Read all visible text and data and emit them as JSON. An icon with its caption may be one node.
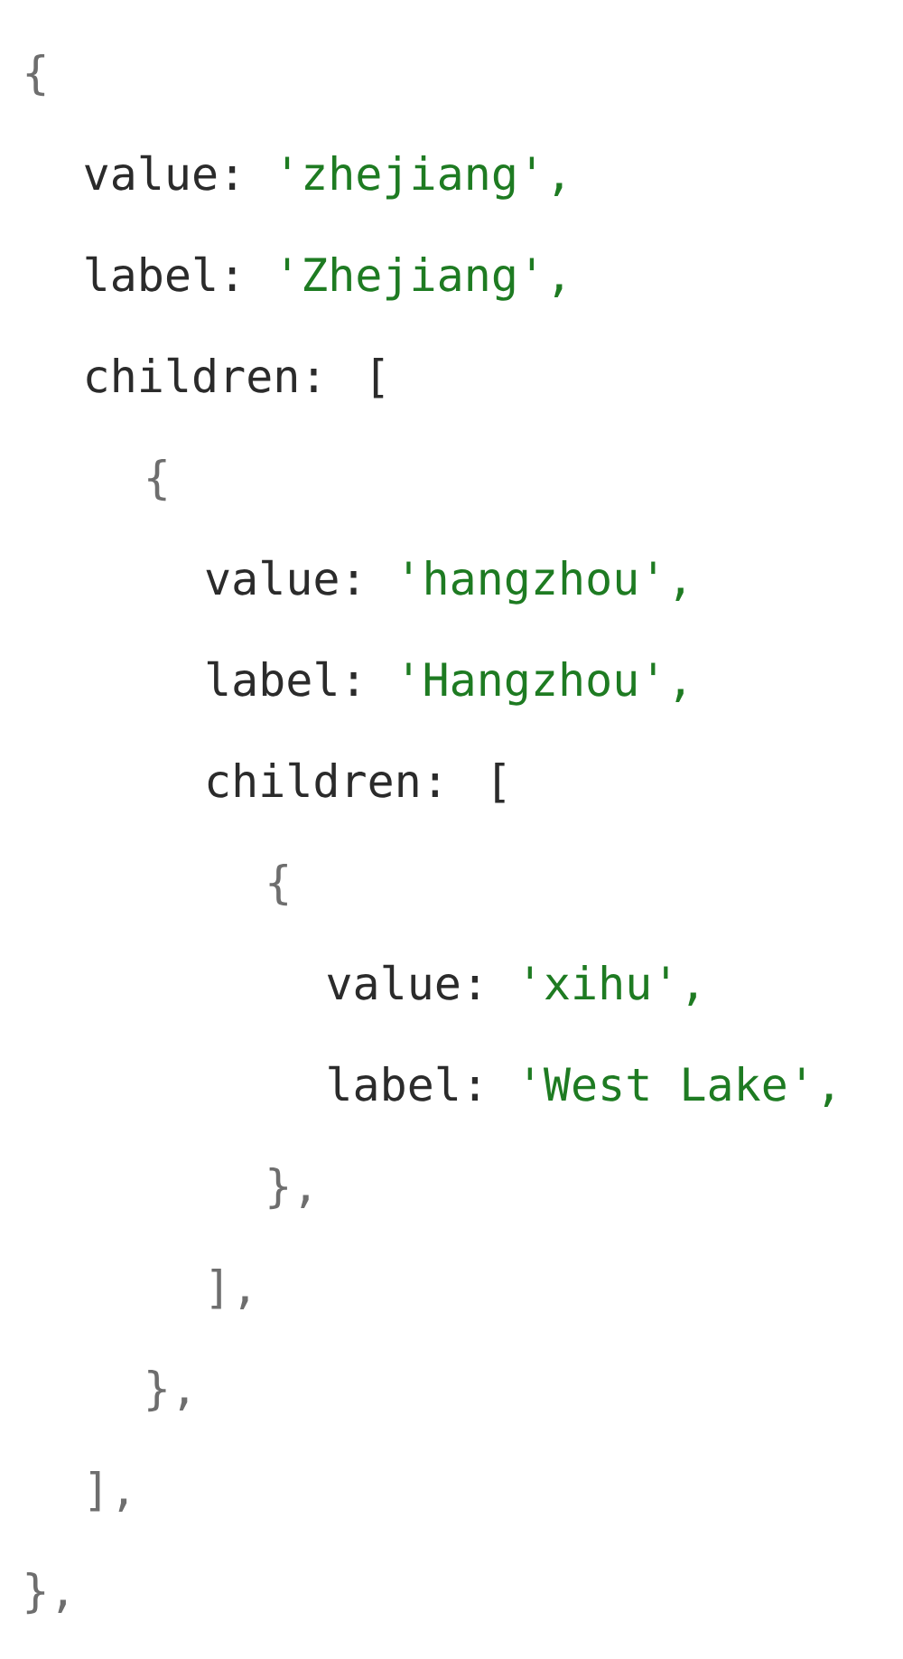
{
  "diagram": {
    "labels": [
      "{",
      "value:",
      "'zhejiang',",
      "label:",
      "'Zhejiang',",
      "children: [",
      "{",
      "value:",
      "'hangzhou',",
      "label:",
      "'Hangzhou',",
      "children: [",
      "{",
      "value:",
      "'xihu',",
      "label:",
      "'West Lake',",
      "},",
      "],",
      "},",
      "],",
      "},"
    ]
  }
}
